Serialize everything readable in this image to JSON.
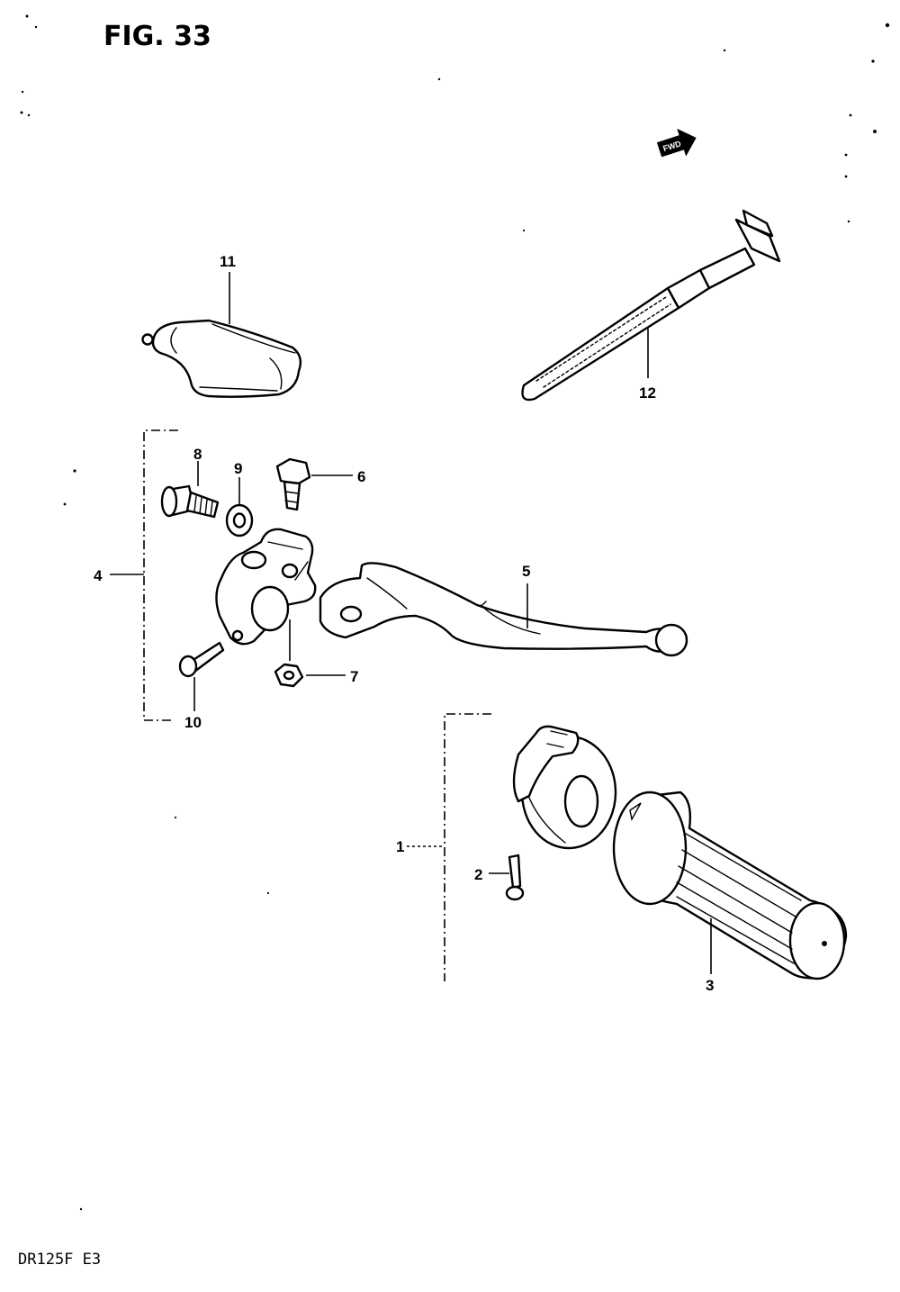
{
  "figure": {
    "title": "FIG. 33",
    "model_code": "DR125F  E3",
    "direction_arrow": {
      "text": "FWD",
      "icon": "forward-arrow-icon"
    }
  },
  "labels": {
    "p1": "1",
    "p2": "2",
    "p3": "3",
    "p4": "4",
    "p5": "5",
    "p6": "6",
    "p7": "7",
    "p8": "8",
    "p9": "9",
    "p10": "10",
    "p11": "11",
    "p12": "12"
  },
  "colors": {
    "ink": "#000000",
    "paper": "#ffffff"
  }
}
